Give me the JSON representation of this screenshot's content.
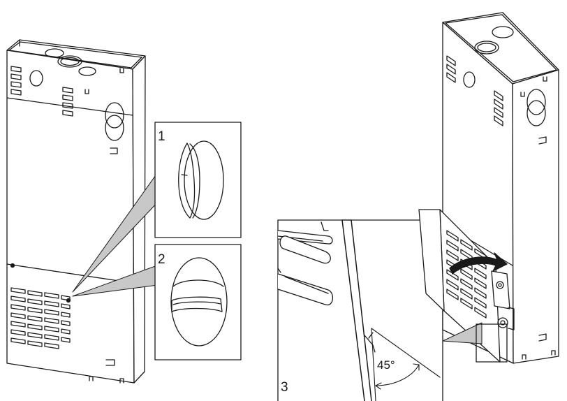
{
  "callouts": {
    "step1": "1",
    "step2": "2",
    "step3": "3"
  },
  "angle_label": "45°",
  "colors": {
    "line": "#1a1a1a",
    "callout_fill": "#c8c8c8",
    "panel": "#ffffff"
  }
}
